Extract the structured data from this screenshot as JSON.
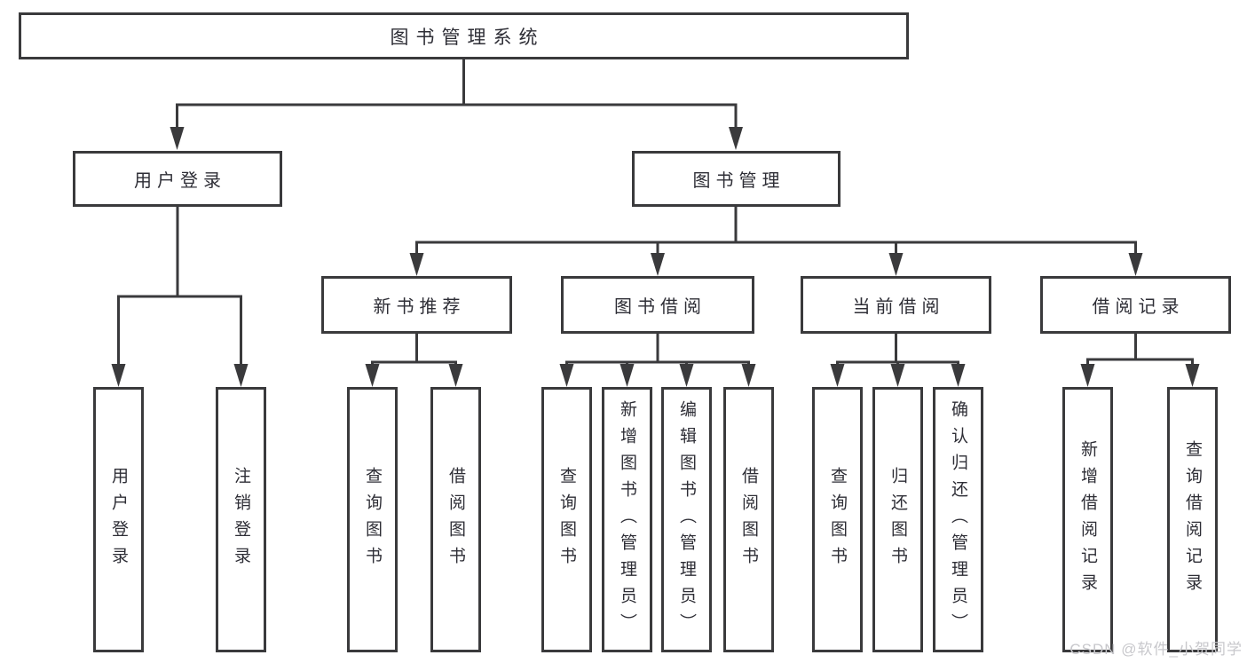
{
  "diagram": {
    "type": "hierarchy-tree",
    "title": "图书管理系统",
    "nodes": {
      "root": {
        "label": "图书管理系统"
      },
      "userLogin": {
        "label": "用户登录"
      },
      "bookMgmt": {
        "label": "图书管理"
      },
      "newBookRec": {
        "label": "新书推荐"
      },
      "bookBorrow": {
        "label": "图书借阅"
      },
      "currentBorrow": {
        "label": "当前借阅"
      },
      "borrowRecords": {
        "label": "借阅记录"
      },
      "loginLeaf": {
        "label": "用户登录"
      },
      "logoutLeaf": {
        "label": "注销登录"
      },
      "newQuery": {
        "label": "查询图书"
      },
      "newBorrow": {
        "label": "借阅图书"
      },
      "bbQuery": {
        "label": "查询图书"
      },
      "bbAdd": {
        "label": "新增图书（管理员）"
      },
      "bbEdit": {
        "label": "编辑图书（管理员）"
      },
      "bbBorrow": {
        "label": "借阅图书"
      },
      "cbQuery": {
        "label": "查询图书"
      },
      "cbReturn": {
        "label": "归还图书"
      },
      "cbConfirm": {
        "label": "确认归还（管理员）"
      },
      "brAdd": {
        "label": "新增借阅记录"
      },
      "brQuery": {
        "label": "查询借阅记录"
      }
    },
    "edges": [
      "root>userLogin",
      "root>bookMgmt",
      "userLogin>loginLeaf",
      "userLogin>logoutLeaf",
      "bookMgmt>newBookRec",
      "bookMgmt>bookBorrow",
      "bookMgmt>currentBorrow",
      "bookMgmt>borrowRecords",
      "newBookRec>newQuery",
      "newBookRec>newBorrow",
      "bookBorrow>bbQuery",
      "bookBorrow>bbAdd",
      "bookBorrow>bbEdit",
      "bookBorrow>bbBorrow",
      "currentBorrow>cbQuery",
      "currentBorrow>cbReturn",
      "currentBorrow>cbConfirm",
      "borrowRecords>brAdd",
      "borrowRecords>brQuery"
    ],
    "colors": {
      "line": "#3a3a3c",
      "box_border": "#3a3a3c",
      "text": "#2e2e36",
      "background": "#ffffff"
    }
  },
  "watermark": {
    "text": "CSDN @软件_小贺同学",
    "color": "#c8c8cc"
  }
}
